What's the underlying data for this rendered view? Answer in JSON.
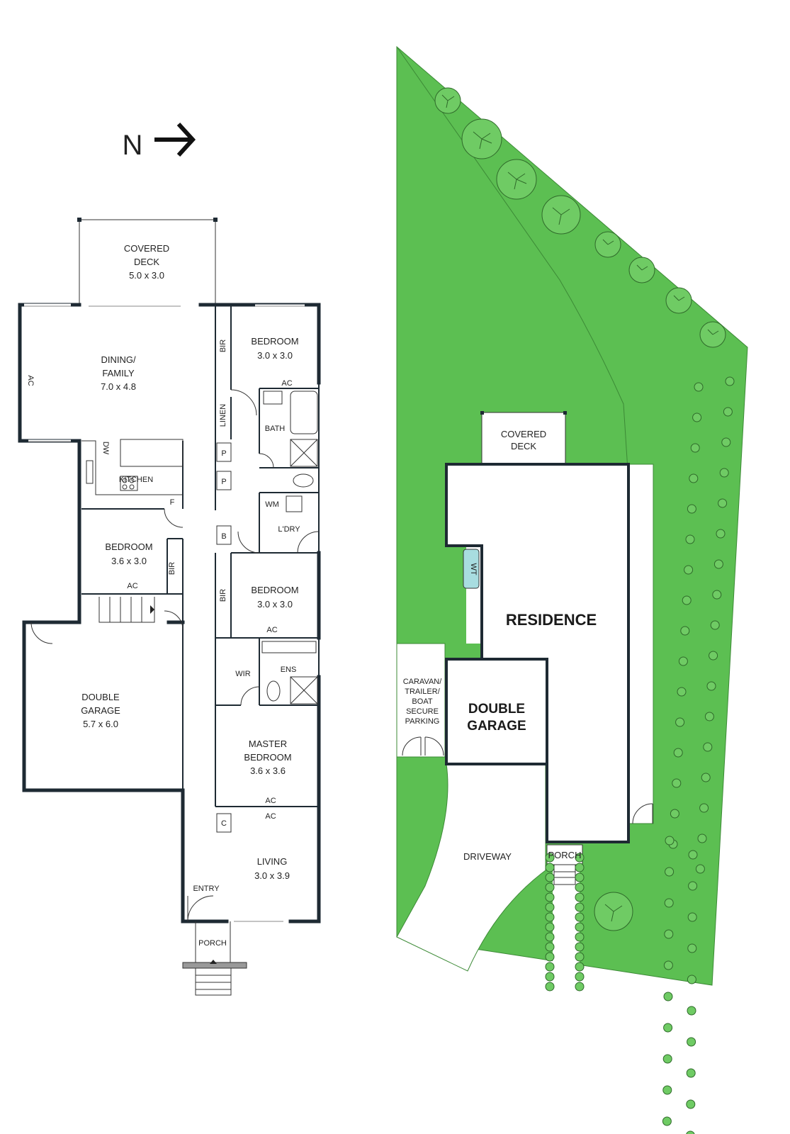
{
  "north_label": "N",
  "floor_plan": {
    "covered_deck": {
      "name": "COVERED",
      "name2": "DECK",
      "size": "5.0 x 3.0"
    },
    "dining_family": {
      "name": "DINING/",
      "name2": "FAMILY",
      "size": "7.0 x 4.8"
    },
    "bedroom_ne": {
      "name": "BEDROOM",
      "size": "3.0 x 3.0"
    },
    "bir_1": "BIR",
    "linen": "LINEN",
    "bath": "BATH",
    "pantry_1": "P",
    "pantry_2": "P",
    "kitchen": "KITCHEN",
    "dw": "DW",
    "fridge": "F",
    "ac_labels": [
      "AC",
      "AC",
      "AC",
      "AC",
      "AC",
      "AC"
    ],
    "wm": "WM",
    "laundry": "L'DRY",
    "b_cupboard": "B",
    "bedroom_w": {
      "name": "BEDROOM",
      "size": "3.6 x 3.0"
    },
    "bir_2": "BIR",
    "bedroom_mid": {
      "name": "BEDROOM",
      "size": "3.0 x 3.0"
    },
    "bir_3": "BIR",
    "wir": "WIR",
    "ens": "ENS",
    "double_garage": {
      "name": "DOUBLE",
      "name2": "GARAGE",
      "size": "5.7 x 6.0"
    },
    "master_bedroom": {
      "name": "MASTER",
      "name2": "BEDROOM",
      "size": "3.6 x 3.6"
    },
    "c_cupboard": "C",
    "living": {
      "name": "LIVING",
      "size": "3.0 x 3.9"
    },
    "entry": "ENTRY",
    "porch": "PORCH"
  },
  "site_plan": {
    "covered_deck": {
      "name": "COVERED",
      "name2": "DECK"
    },
    "residence": "RESIDENCE",
    "double_garage": {
      "name": "DOUBLE",
      "name2": "GARAGE"
    },
    "wt": "WT",
    "parking": [
      "CARAVAN/",
      "TRAILER/",
      "BOAT",
      "SECURE",
      "PARKING"
    ],
    "driveway": "DRIVEWAY",
    "porch": "PORCH"
  },
  "colors": {
    "grass": "#5cbf52",
    "wall": "#1e2a33",
    "tank": "#a8dde0"
  }
}
